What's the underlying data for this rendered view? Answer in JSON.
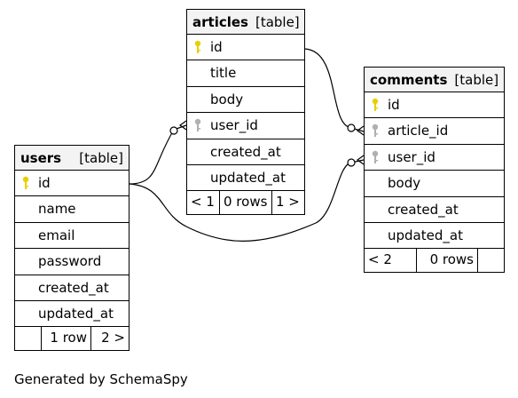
{
  "tables": {
    "articles": {
      "name": "articles",
      "kind": "[table]",
      "columns": [
        {
          "name": "id",
          "key": "primary"
        },
        {
          "name": "title",
          "key": ""
        },
        {
          "name": "body",
          "key": ""
        },
        {
          "name": "user_id",
          "key": "foreign"
        },
        {
          "name": "created_at",
          "key": ""
        },
        {
          "name": "updated_at",
          "key": ""
        }
      ],
      "footer": [
        "< 1",
        "0 rows",
        "1 >"
      ]
    },
    "comments": {
      "name": "comments",
      "kind": "[table]",
      "columns": [
        {
          "name": "id",
          "key": "primary"
        },
        {
          "name": "article_id",
          "key": "foreign"
        },
        {
          "name": "user_id",
          "key": "foreign"
        },
        {
          "name": "body",
          "key": ""
        },
        {
          "name": "created_at",
          "key": ""
        },
        {
          "name": "updated_at",
          "key": ""
        }
      ],
      "footer": [
        "< 2",
        "0 rows",
        ""
      ]
    },
    "users": {
      "name": "users",
      "kind": "[table]",
      "columns": [
        {
          "name": "id",
          "key": "primary"
        },
        {
          "name": "name",
          "key": ""
        },
        {
          "name": "email",
          "key": ""
        },
        {
          "name": "password",
          "key": ""
        },
        {
          "name": "created_at",
          "key": ""
        },
        {
          "name": "updated_at",
          "key": ""
        }
      ],
      "footer": [
        "",
        "1 row",
        "2 >"
      ]
    }
  },
  "relationships": [
    {
      "from": "articles.user_id",
      "to": "users.id"
    },
    {
      "from": "comments.article_id",
      "to": "articles.id"
    },
    {
      "from": "comments.user_id",
      "to": "users.id"
    }
  ],
  "colors": {
    "primary_key": "#e8d000",
    "foreign_key": "#b0b0b0",
    "header_bg": "#f3f3f3"
  },
  "generator_note": "Generated by SchemaSpy"
}
